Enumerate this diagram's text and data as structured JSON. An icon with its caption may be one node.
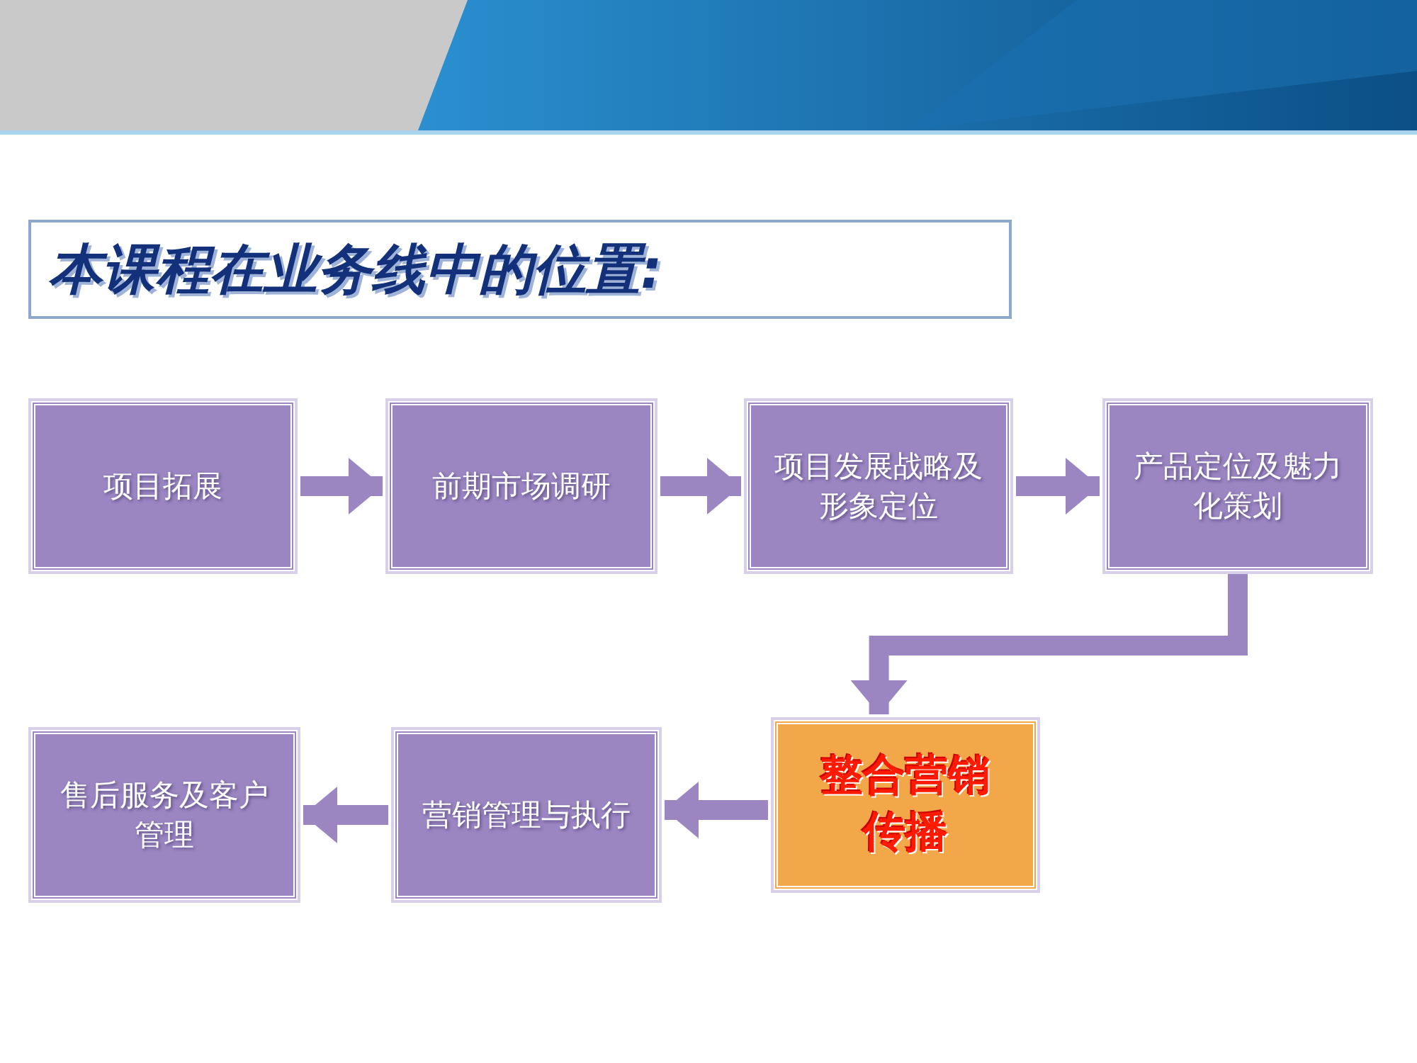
{
  "diagram": {
    "title": "本课程在业务线中的位置:",
    "nodes": [
      {
        "text": [
          "项目拓展"
        ]
      },
      {
        "text": [
          "前期市场调研"
        ]
      },
      {
        "text": [
          "项目发展战略及形象定位"
        ]
      },
      {
        "text": [
          "产品定位及魅力化策划"
        ]
      },
      {
        "text": [
          "整合营销传播"
        ]
      },
      {
        "text": [
          "营销管理与执行"
        ]
      },
      {
        "text": [
          "售后服务及客户管理"
        ]
      }
    ],
    "edges": [
      {
        "from": 0,
        "to": 1,
        "arrow": "to"
      },
      {
        "from": 1,
        "to": 2,
        "arrow": "to"
      },
      {
        "from": 2,
        "to": 3,
        "arrow": "to"
      },
      {
        "from": 3,
        "to": 4,
        "arrow": "to"
      },
      {
        "from": 4,
        "to": 5,
        "arrow": "to"
      },
      {
        "from": 5,
        "to": 6,
        "arrow": "to"
      }
    ]
  }
}
